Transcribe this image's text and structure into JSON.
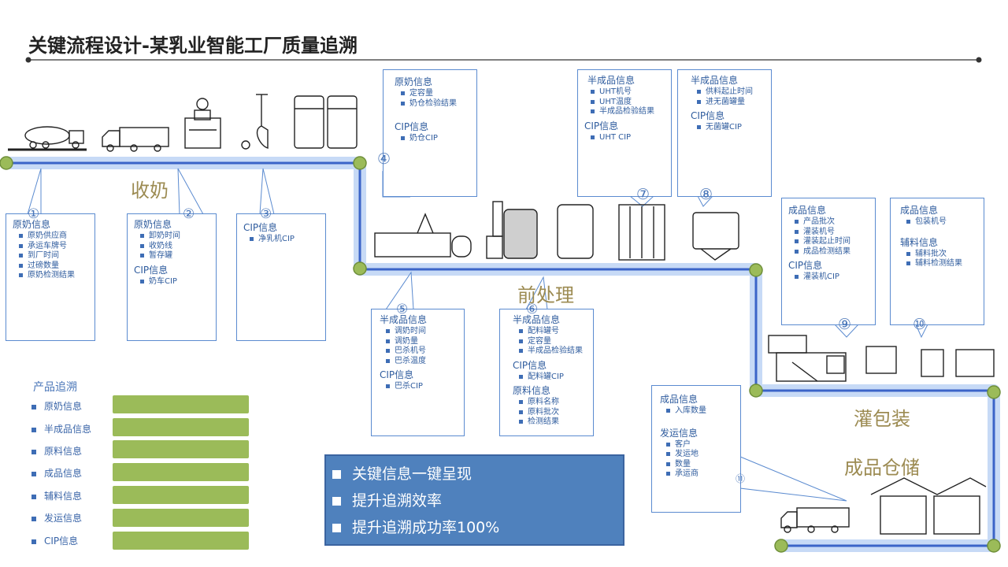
{
  "title": "关键流程设计-某乳业智能工厂质量追溯",
  "stages": {
    "collect": "收奶",
    "pretreat": "前处理",
    "filling": "灌包装",
    "warehouse": "成品仓储"
  },
  "numbers": [
    "①",
    "②",
    "③",
    "④",
    "⑤",
    "⑥",
    "⑦",
    "⑧",
    "⑨",
    "⑩",
    "⑪"
  ],
  "boxes": {
    "b1": {
      "h1": "原奶信息",
      "items1": [
        "原奶供应商",
        "承运车牌号",
        "到厂时间",
        "过磅数量",
        "原奶检测结果"
      ]
    },
    "b2": {
      "h1": "原奶信息",
      "items1": [
        "卸奶时间",
        "收奶线",
        "暂存罐"
      ],
      "h2": "CIP信息",
      "items2": [
        "奶车CIP"
      ]
    },
    "b3": {
      "h1": "CIP信息",
      "items1": [
        "净乳机CIP"
      ]
    },
    "b4": {
      "h1": "原奶信息",
      "items1": [
        "定容量",
        "奶仓检验结果"
      ],
      "h2": "CIP信息",
      "items2": [
        "奶仓CIP"
      ]
    },
    "b5": {
      "h1": "半成品信息",
      "items1": [
        "调奶时间",
        "调奶量",
        "巴杀机号",
        "巴杀温度"
      ],
      "h2": "CIP信息",
      "items2": [
        "巴杀CIP"
      ]
    },
    "b6": {
      "h1": "半成品信息",
      "items1": [
        "配料罐号",
        "定容量",
        "半成品检验结果"
      ],
      "h2": "CIP信息",
      "items2": [
        "配料罐CIP"
      ],
      "h3": "原料信息",
      "items3": [
        "原料名称",
        "原料批次",
        "检测结果"
      ]
    },
    "b7": {
      "h1": "半成品信息",
      "items1": [
        "UHT机号",
        "UHT温度",
        "半成品检验结果"
      ],
      "h2": "CIP信息",
      "items2": [
        "UHT CIP"
      ]
    },
    "b8": {
      "h1": "半成品信息",
      "items1": [
        "供料起止时间",
        "进无菌罐量"
      ],
      "h2": "CIP信息",
      "items2": [
        "无菌罐CIP"
      ]
    },
    "b9": {
      "h1": "成品信息",
      "items1": [
        "产品批次",
        "灌装机号",
        "灌装起止时间",
        "成品检测结果"
      ],
      "h2": "CIP信息",
      "items2": [
        "灌装机CIP"
      ]
    },
    "b10": {
      "h1": "成品信息",
      "items1": [
        "包装机号"
      ],
      "h2": "辅料信息",
      "items2": [
        "辅料批次",
        "辅料检测结果"
      ]
    },
    "b11": {
      "h1": "成品信息",
      "items1": [
        "入库数量"
      ],
      "h2": "发运信息",
      "items2": [
        "客户",
        "发运地",
        "数量",
        "承运商"
      ]
    }
  },
  "trace": {
    "title": "产品追溯",
    "items": [
      "原奶信息",
      "半成品信息",
      "原料信息",
      "成品信息",
      "辅料信息",
      "发运信息",
      "CIP信息"
    ]
  },
  "key_points": [
    "关键信息一键呈现",
    "提升追溯效率",
    "提升追溯成功率100%"
  ],
  "colors": {
    "flow_line": "#3b64c8",
    "glow": "#bcd2f4",
    "node": "#9bbb59",
    "box_border": "#5b8bd0",
    "text_blue": "#2f5c9e",
    "stage_text": "#9c8b52",
    "key_bg": "#4f81bd",
    "trace_bar": "#9bbb59"
  }
}
